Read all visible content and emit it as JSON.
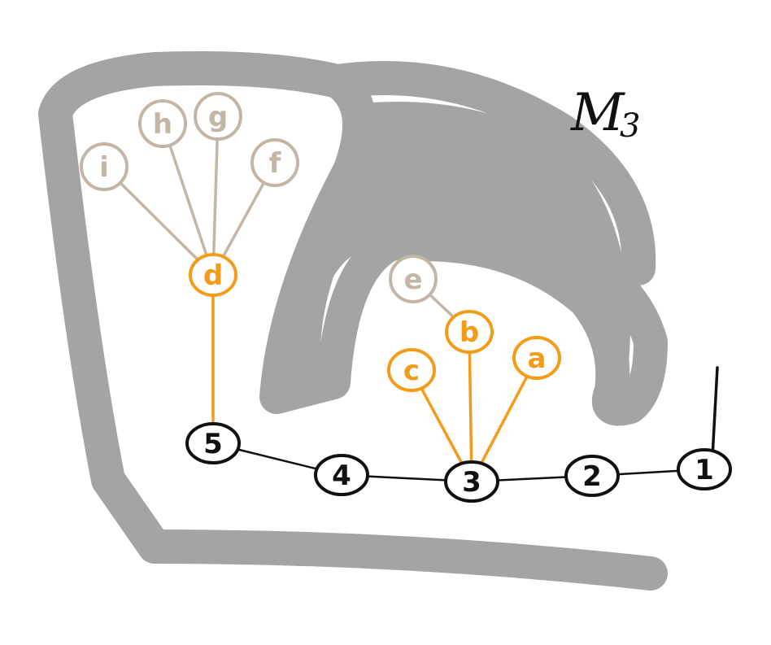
{
  "title": {
    "main": "M",
    "subscript": "3"
  },
  "colors": {
    "region": "#a4a4a4",
    "spine": "#111111",
    "active": "#f39c1a",
    "inactive": "#c3b6a6",
    "background": "#ffffff"
  },
  "nodes": [
    {
      "id": "1",
      "label": "1",
      "group": "spine"
    },
    {
      "id": "2",
      "label": "2",
      "group": "spine"
    },
    {
      "id": "3",
      "label": "3",
      "group": "spine"
    },
    {
      "id": "4",
      "label": "4",
      "group": "spine"
    },
    {
      "id": "5",
      "label": "5",
      "group": "spine"
    },
    {
      "id": "a",
      "label": "a",
      "group": "active"
    },
    {
      "id": "b",
      "label": "b",
      "group": "active"
    },
    {
      "id": "c",
      "label": "c",
      "group": "active"
    },
    {
      "id": "d",
      "label": "d",
      "group": "active"
    },
    {
      "id": "e",
      "label": "e",
      "group": "inactive"
    },
    {
      "id": "f",
      "label": "f",
      "group": "inactive"
    },
    {
      "id": "g",
      "label": "g",
      "group": "inactive"
    },
    {
      "id": "h",
      "label": "h",
      "group": "inactive"
    },
    {
      "id": "i",
      "label": "i",
      "group": "inactive"
    }
  ],
  "edges": [
    {
      "from": "1",
      "to": "2",
      "group": "spine"
    },
    {
      "from": "2",
      "to": "3",
      "group": "spine"
    },
    {
      "from": "3",
      "to": "4",
      "group": "spine"
    },
    {
      "from": "4",
      "to": "5",
      "group": "spine"
    },
    {
      "from": "3",
      "to": "a",
      "group": "active"
    },
    {
      "from": "3",
      "to": "b",
      "group": "active"
    },
    {
      "from": "3",
      "to": "c",
      "group": "active"
    },
    {
      "from": "5",
      "to": "d",
      "group": "active"
    },
    {
      "from": "b",
      "to": "e",
      "group": "inactive"
    },
    {
      "from": "d",
      "to": "f",
      "group": "inactive"
    },
    {
      "from": "d",
      "to": "g",
      "group": "inactive"
    },
    {
      "from": "d",
      "to": "h",
      "group": "inactive"
    },
    {
      "from": "d",
      "to": "i",
      "group": "inactive"
    }
  ]
}
